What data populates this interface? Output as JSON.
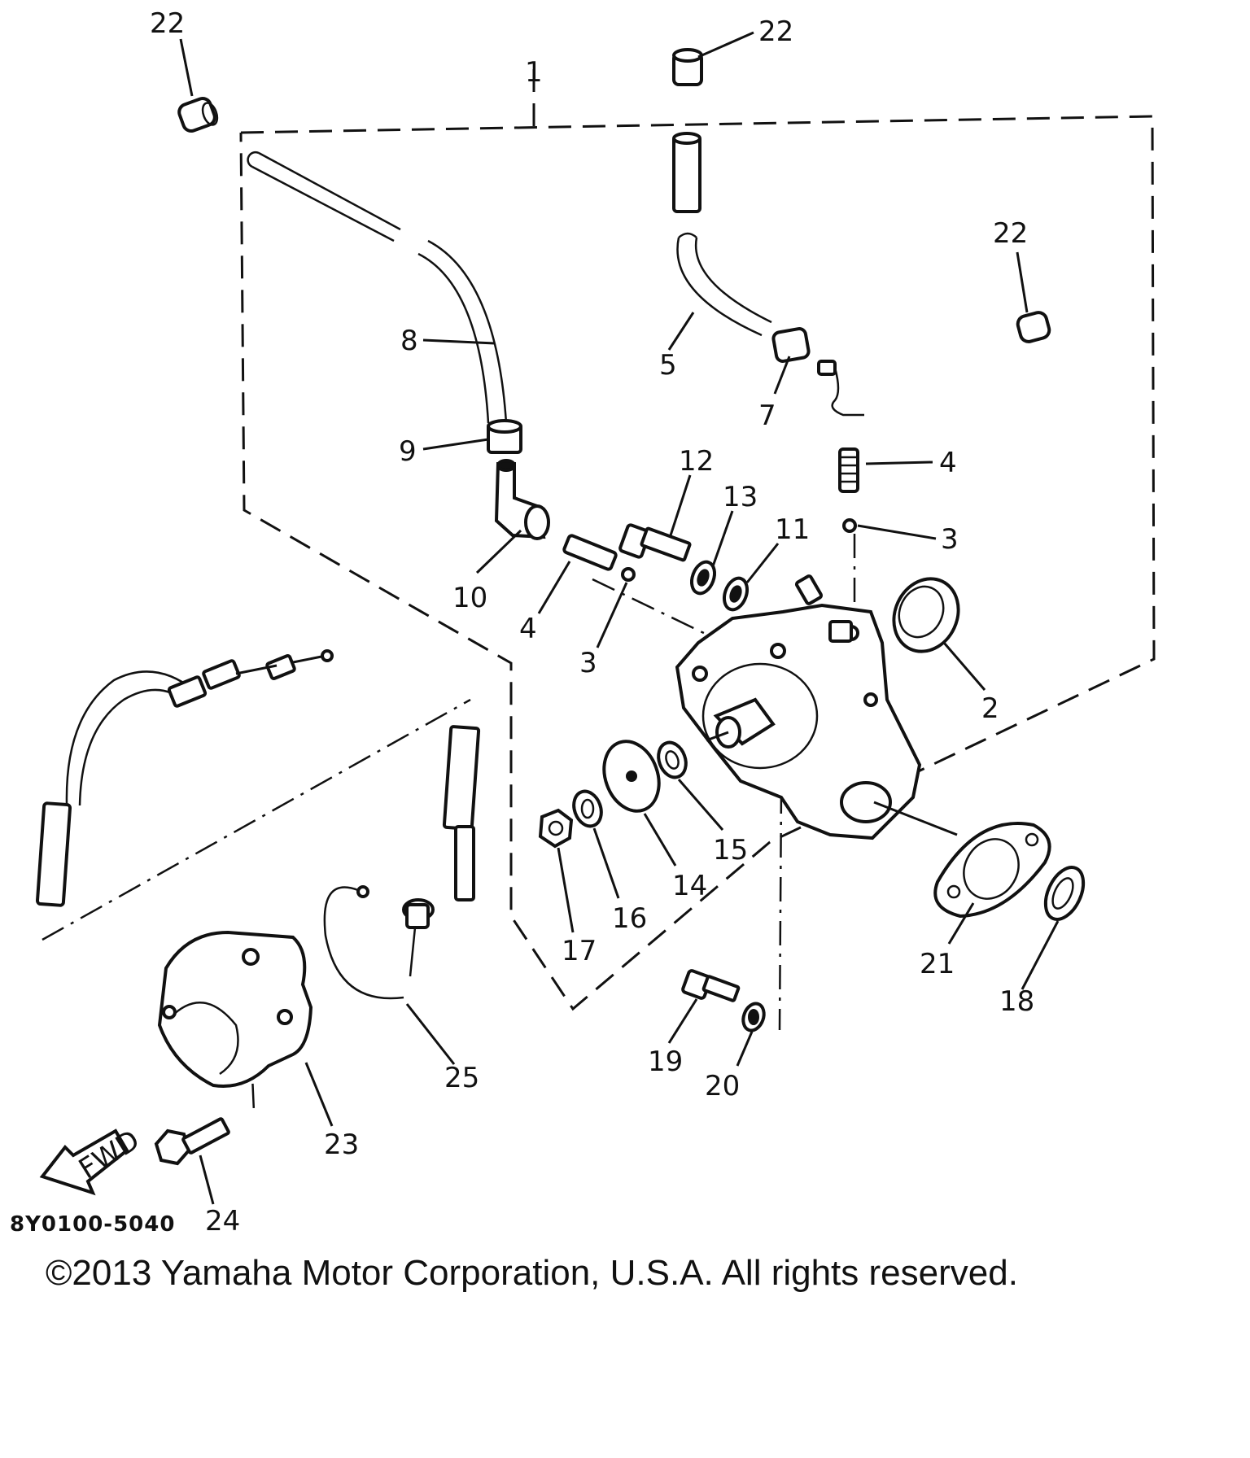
{
  "diagram": {
    "drawing_code": "8Y0100-5040",
    "copyright": "©2013 Yamaha Motor Corporation, U.S.A. All rights reserved.",
    "fwd_label": "FWD",
    "callouts": {
      "c1": "1",
      "c2": "2",
      "c3a": "3",
      "c3b": "3",
      "c4a": "4",
      "c4b": "4",
      "c5": "5",
      "c7": "7",
      "c8": "8",
      "c9": "9",
      "c10": "10",
      "c11": "11",
      "c12": "12",
      "c13": "13",
      "c14": "14",
      "c15": "15",
      "c16": "16",
      "c17": "17",
      "c18": "18",
      "c19": "19",
      "c20": "20",
      "c21": "21",
      "c22a": "22",
      "c22b": "22",
      "c22c": "22",
      "c23": "23",
      "c24": "24",
      "c25": "25"
    }
  }
}
